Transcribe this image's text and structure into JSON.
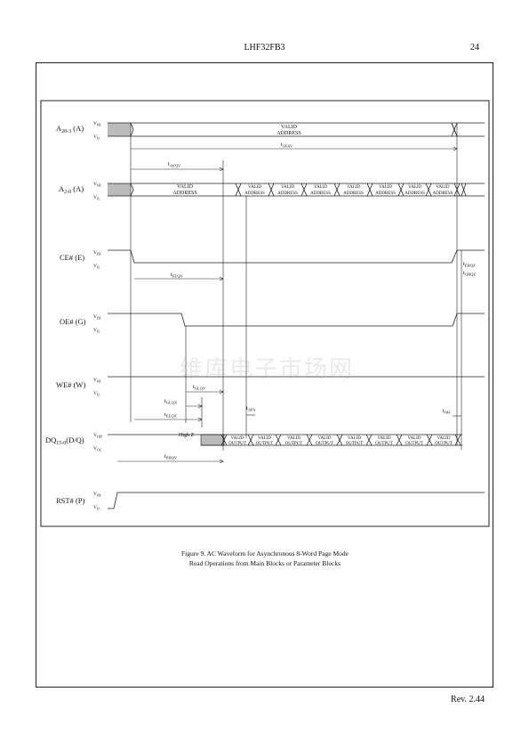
{
  "header": {
    "doc_id": "LHF32FB3",
    "page": "24"
  },
  "footer": {
    "revision": "Rev. 2.44"
  },
  "watermark": "维库电子市场网",
  "signals": {
    "a20": {
      "base": "A",
      "sub": "20-3",
      "suffix": "(A)",
      "hi": "V",
      "hi_sub": "IH",
      "lo": "V",
      "lo_sub": "IL"
    },
    "a2": {
      "base": "A",
      "sub": "2-0",
      "suffix": "(A)",
      "hi": "V",
      "hi_sub": "IH",
      "lo": "V",
      "lo_sub": "IL"
    },
    "ce": {
      "name": "CE# (E)",
      "hi": "V",
      "hi_sub": "IH",
      "lo": "V",
      "lo_sub": "IL"
    },
    "oe": {
      "name": "OE# (G)",
      "hi": "V",
      "hi_sub": "IH",
      "lo": "V",
      "lo_sub": "IL"
    },
    "we": {
      "name": "WE# (W)",
      "hi": "V",
      "hi_sub": "IH",
      "lo": "V",
      "lo_sub": "IL"
    },
    "dq": {
      "base": "DQ",
      "sub": "15-0",
      "suffix": "(D/Q)",
      "hi": "V",
      "hi_sub": "OH",
      "lo": "V",
      "lo_sub": "OL"
    },
    "rst": {
      "name": "RST# (P)",
      "hi": "V",
      "hi_sub": "IH",
      "lo": "V",
      "lo_sub": "IL"
    }
  },
  "boxes": {
    "valid": "VALID",
    "address": "ADDRESS",
    "output": "OUTPUT",
    "high_z": "High Z"
  },
  "timing": {
    "avav": {
      "t": "t",
      "sub": "AVAV"
    },
    "avqv": {
      "t": "t",
      "sub": "AVQV"
    },
    "elqv": {
      "t": "t",
      "sub": "ELQV"
    },
    "ehqz": {
      "t": "t",
      "sub": "EHQZ"
    },
    "ghqz": {
      "t": "t",
      "sub": "GHQZ"
    },
    "glqv": {
      "t": "t",
      "sub": "GLQV"
    },
    "glqx": {
      "t": "t",
      "sub": "GLQX"
    },
    "elqx": {
      "t": "t",
      "sub": "ELQX"
    },
    "apa": {
      "t": "t",
      "sub": "APA"
    },
    "oh": {
      "t": "t",
      "sub": "OH"
    },
    "phqv": {
      "t": "t",
      "sub": "PHQV"
    }
  },
  "caption": {
    "line1": "Figure 9.  AC Waveform for Asynchronous 8-Word Page Mode",
    "line2": "Read Operations from Main Blocks or Parameter Blocks"
  }
}
